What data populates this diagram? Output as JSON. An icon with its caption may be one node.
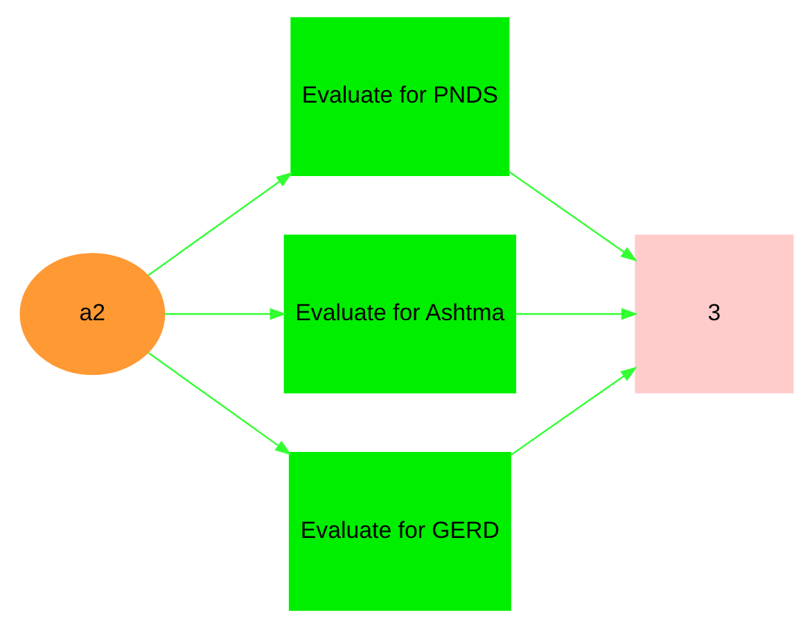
{
  "diagram": {
    "nodes": [
      {
        "text": [
          "a2"
        ]
      },
      {
        "text": [
          "Evaluate for PNDS"
        ]
      },
      {
        "text": [
          "Evaluate for Ashtma"
        ]
      },
      {
        "text": [
          "Evaluate for GERD"
        ]
      },
      {
        "text": [
          "3"
        ]
      }
    ],
    "edges": [
      {
        "from": 0,
        "to": 1,
        "arrow": "to"
      },
      {
        "from": 0,
        "to": 2,
        "arrow": "to"
      },
      {
        "from": 0,
        "to": 3,
        "arrow": "to"
      },
      {
        "from": 1,
        "to": 4,
        "arrow": "to"
      },
      {
        "from": 2,
        "to": 4,
        "arrow": "to"
      },
      {
        "from": 3,
        "to": 4,
        "arrow": "to"
      }
    ]
  }
}
